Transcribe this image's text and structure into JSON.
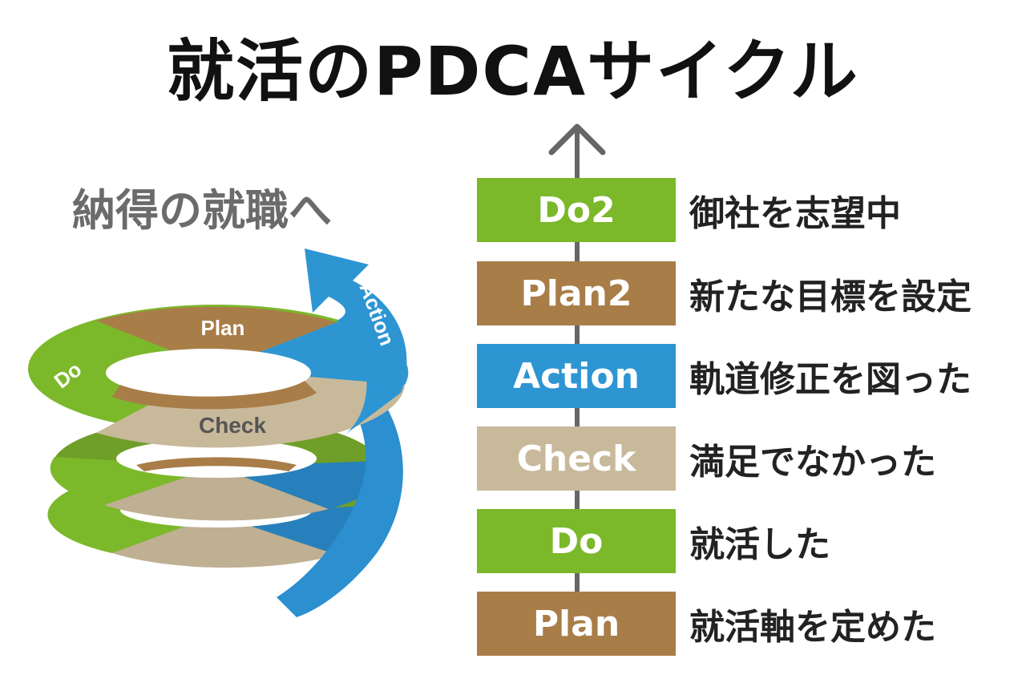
{
  "title": "就活のPDCAサイクル",
  "subtitle": "納得の就職へ",
  "colors": {
    "plan": "#a97d48",
    "do": "#7bb82a",
    "check": "#c8b99b",
    "action": "#2e95d3"
  },
  "spiral_labels": {
    "plan": "Plan",
    "do": "Do",
    "check": "Check",
    "action": "Action"
  },
  "steps": [
    {
      "label": "Do2",
      "desc": "御社を志望中"
    },
    {
      "label": "Plan2",
      "desc": "新たな目標を設定"
    },
    {
      "label": "Action",
      "desc": "軌道修正を図った"
    },
    {
      "label": "Check",
      "desc": "満足でなかった"
    },
    {
      "label": "Do",
      "desc": "就活した"
    },
    {
      "label": "Plan",
      "desc": "就活軸を定めた"
    }
  ]
}
